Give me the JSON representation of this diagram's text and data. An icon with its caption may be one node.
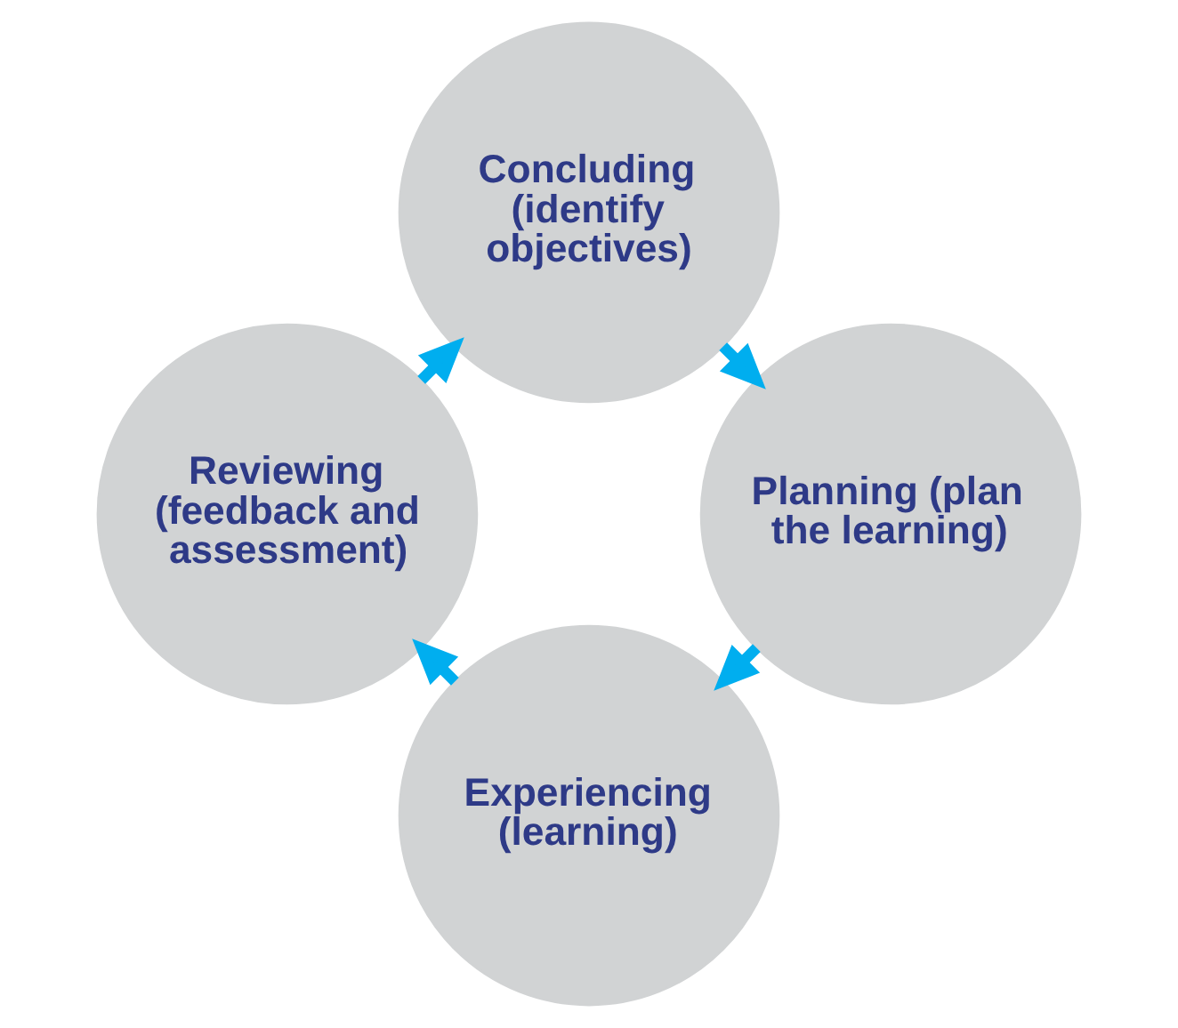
{
  "diagram": {
    "nodes": [
      {
        "text": [
          "Experiencing (learning)"
        ]
      },
      {
        "text": [
          "Reviewing (feedback and assessment)"
        ]
      },
      {
        "text": [
          "Concluding (identify objectives)"
        ]
      },
      {
        "text": [
          "Planning (plan the learning)"
        ]
      }
    ],
    "edges": [
      {
        "from": 0,
        "to": 1,
        "arrow": "to"
      },
      {
        "from": 1,
        "to": 2,
        "arrow": "to"
      },
      {
        "from": 2,
        "to": 3,
        "arrow": "to"
      },
      {
        "from": 3,
        "to": 0,
        "arrow": "to"
      }
    ]
  }
}
